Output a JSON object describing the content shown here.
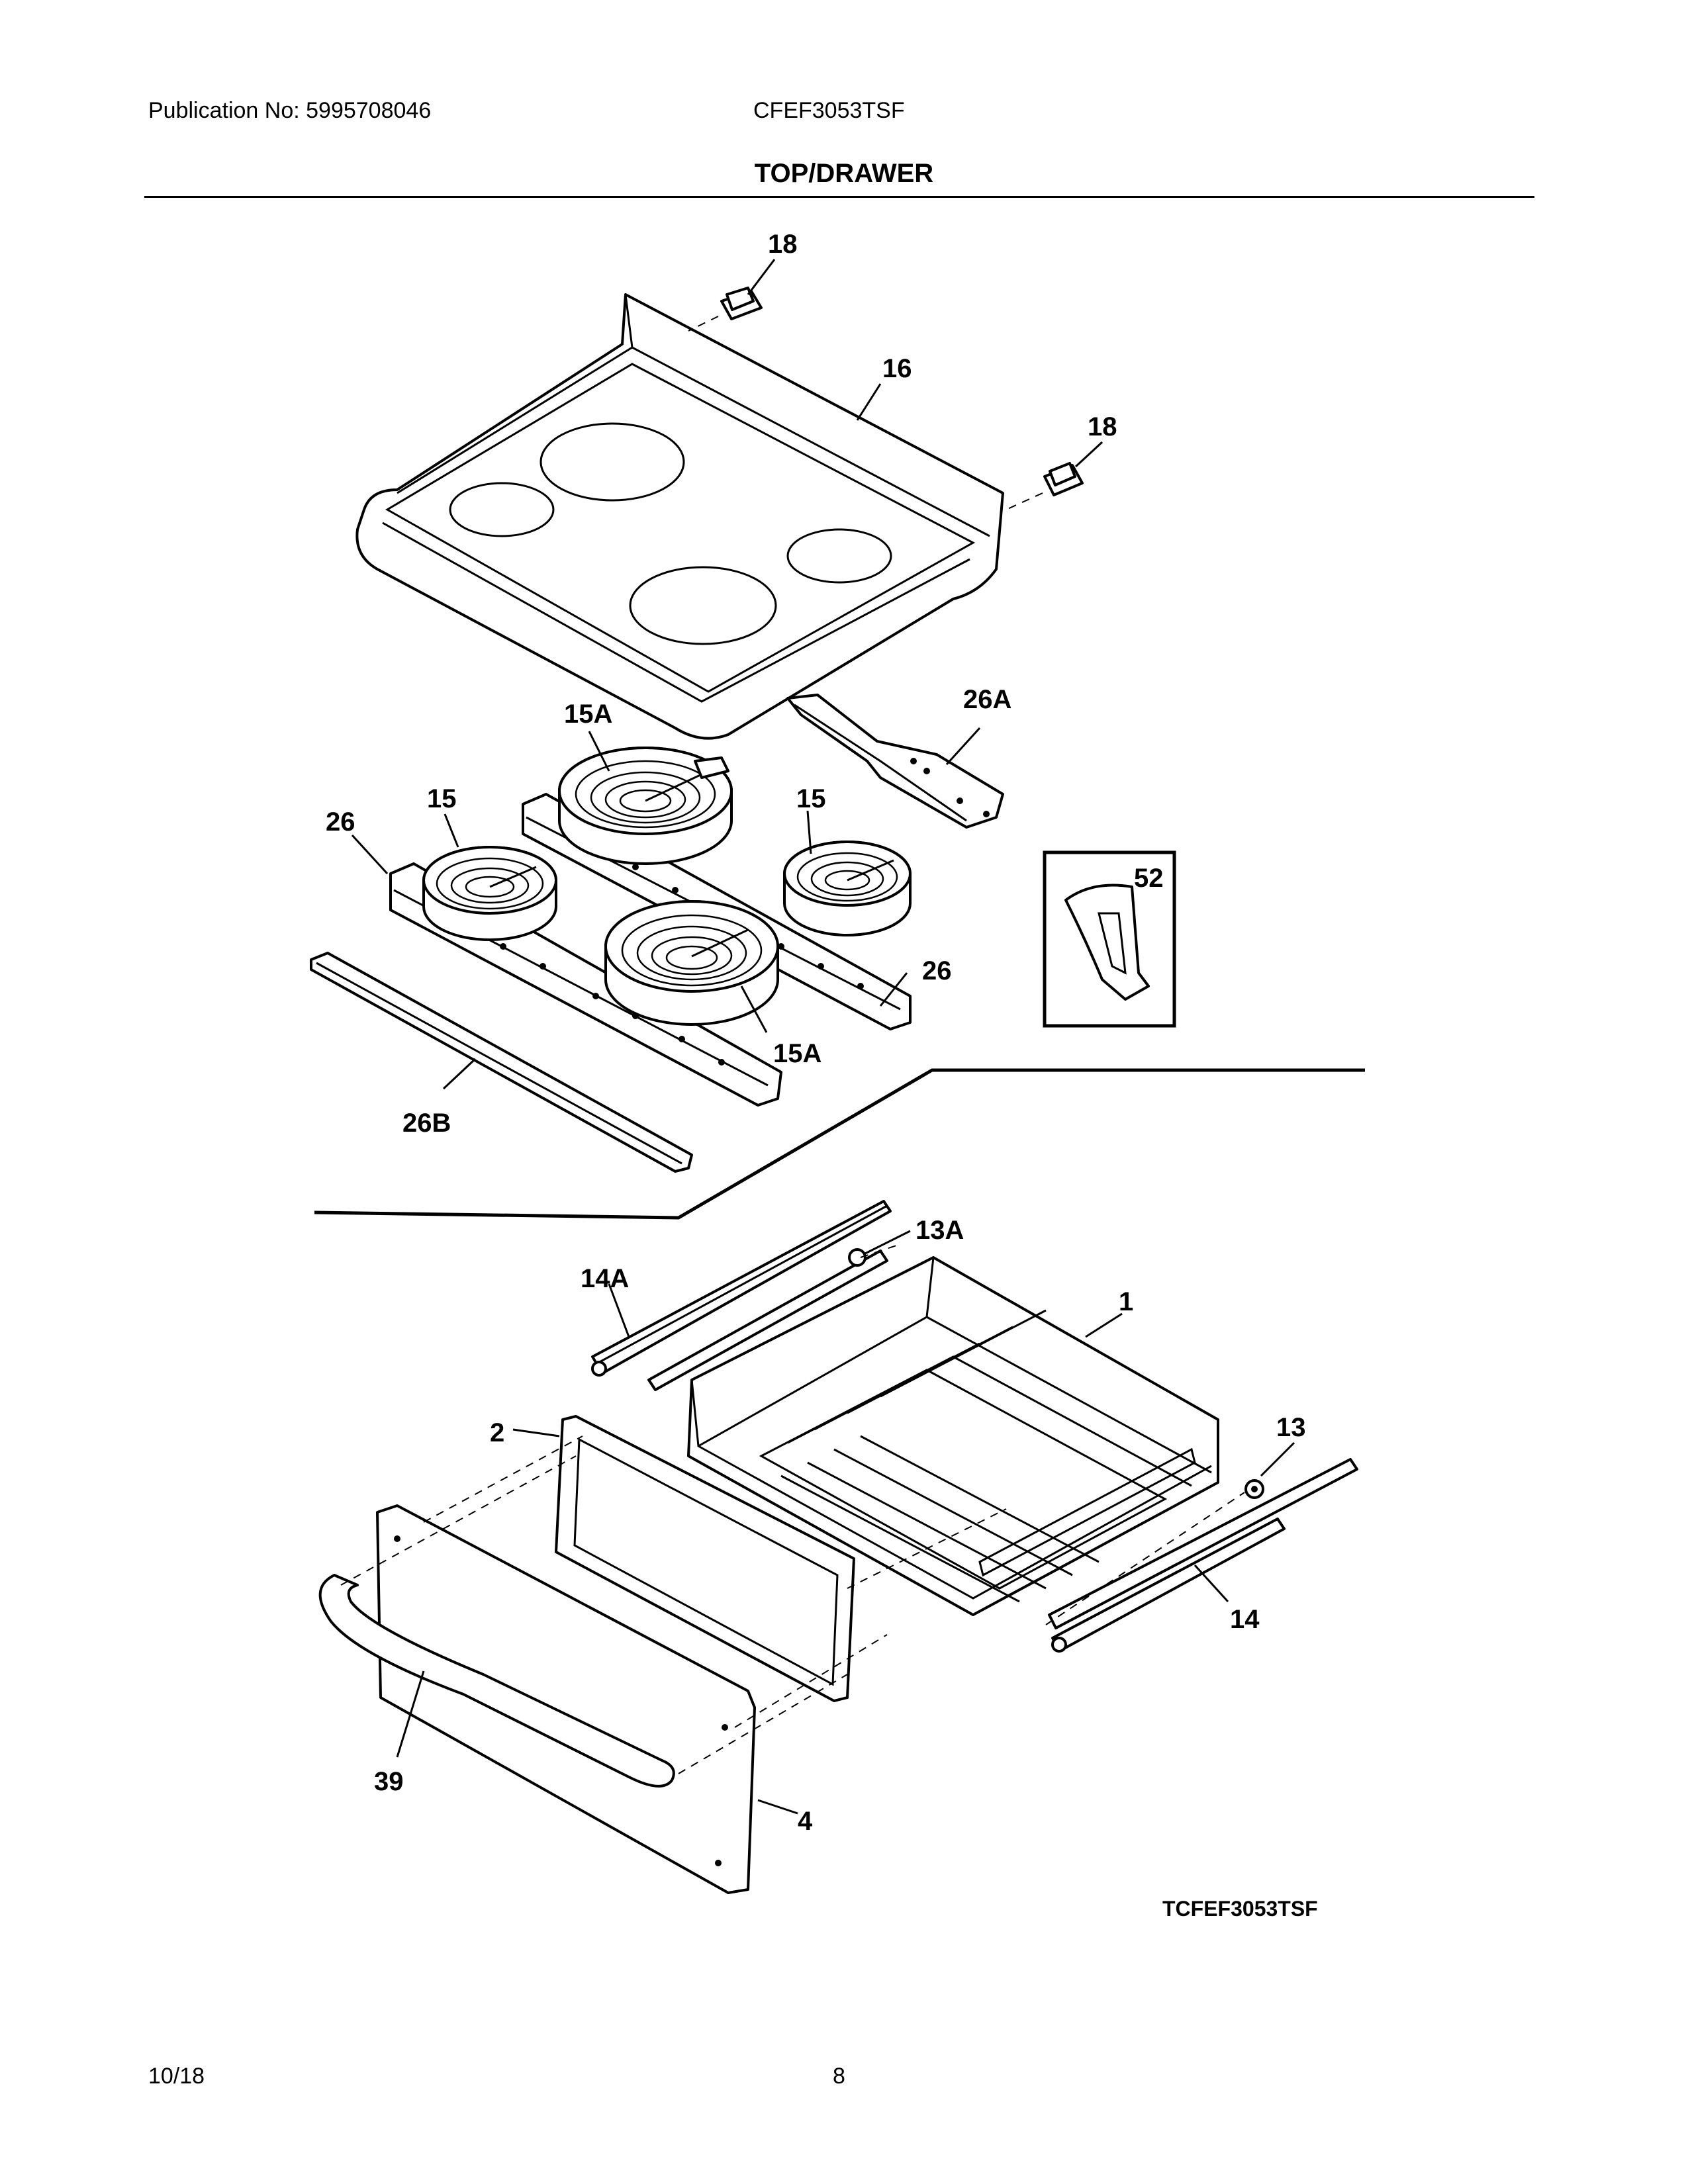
{
  "header": {
    "publication": "Publication No: 5995708046",
    "model": "CFEF3053TSF",
    "section_title": "TOP/DRAWER"
  },
  "callouts": {
    "c18a": "18",
    "c16": "16",
    "c18b": "18",
    "c15A_top": "15A",
    "c26A": "26A",
    "c15_left": "15",
    "c15_right": "15",
    "c26_left": "26",
    "c52": "52",
    "c26_right": "26",
    "c15A_bottom": "15A",
    "c26B": "26B",
    "c13A": "13A",
    "c14A": "14A",
    "c1": "1",
    "c2": "2",
    "c13": "13",
    "c14": "14",
    "c39": "39",
    "c4": "4"
  },
  "drawing_id": "TCFEF3053TSF",
  "footer": {
    "date": "10/18",
    "page": "8"
  }
}
